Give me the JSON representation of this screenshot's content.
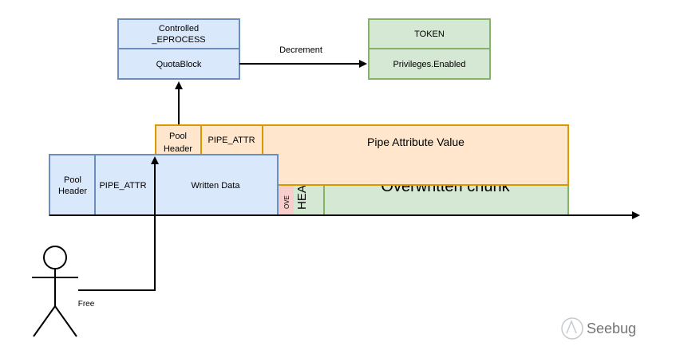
{
  "eprocess_box": {
    "title_line1": "Controlled",
    "title_line2": "_EPROCESS",
    "field": "QuotaBlock"
  },
  "token_box": {
    "title": "TOKEN",
    "field": "Privileges.Enabled"
  },
  "decrement_label": "Decrement",
  "attacker_chunk": {
    "pool_header_line1": "Pool",
    "pool_header_line2": "Header",
    "pipe_attr": "PIPE_ATTR",
    "data": "Pipe Attribute Value"
  },
  "vuln_chunk": {
    "pool_header_line1": "Pool",
    "pool_header_line2": "Header",
    "pipe_attr": "PIPE_ATTR",
    "data": "Written Data"
  },
  "overflow_label": "OVE",
  "header_label": "HEA",
  "overwritten_label": "Overwritten chunk",
  "free_label": "Free",
  "watermark": "Seebug",
  "colors": {
    "blue_fill": "#dae8fc",
    "blue_stroke": "#6c8ebf",
    "green_fill": "#d5e8d4",
    "green_stroke": "#82b366",
    "orange_fill": "#ffe6cc",
    "orange_stroke": "#d79b00",
    "red_fill": "#f8cecc"
  }
}
